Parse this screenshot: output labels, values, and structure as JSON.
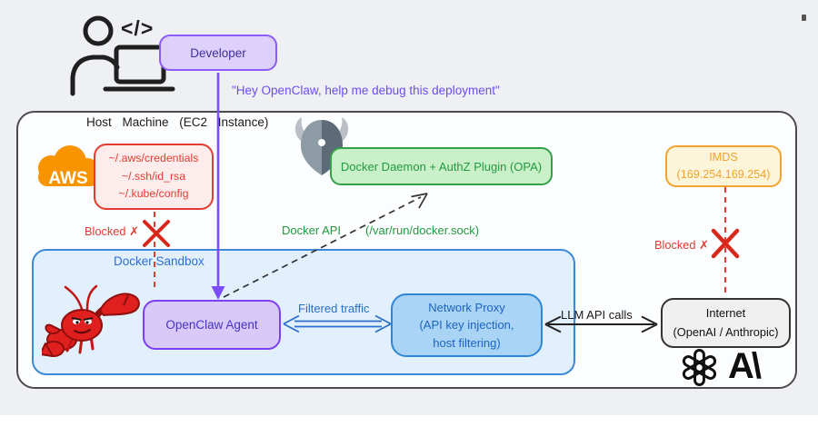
{
  "developer": {
    "label": "Developer",
    "code_glyph": "</>"
  },
  "quote": "\"Hey OpenClaw, help me debug this deployment\"",
  "host": {
    "title": "Host Machine (EC2 Instance)"
  },
  "aws": {
    "logo_text": "AWS",
    "files": [
      "~/.aws/credentials",
      "~/.ssh/id_rsa",
      "~/.kube/config"
    ],
    "blocked_label": "Blocked ✗"
  },
  "docker_daemon": {
    "label": "Docker Daemon + AuthZ Plugin (OPA)"
  },
  "docker_api": {
    "name": "Docker API",
    "socket": "(/var/run/docker.sock)"
  },
  "imds": {
    "title": "IMDS",
    "ip": "(169.254.169.254)",
    "blocked_label": "Blocked ✗"
  },
  "sandbox": {
    "label": "Docker Sandbox"
  },
  "agent": {
    "label": "OpenClaw Agent"
  },
  "proxy": {
    "line1": "Network Proxy",
    "line2": "(API key injection,",
    "line3": "host filtering)"
  },
  "flows": {
    "filtered_traffic": "Filtered traffic",
    "llm_calls": "LLM API calls"
  },
  "internet": {
    "line1": "Internet",
    "line2": "(OpenAI / Anthropic)",
    "anthropic_glyph": "A\\"
  },
  "colors": {
    "purple": "#7c4dff",
    "red": "#e23c30",
    "green": "#35a04a",
    "orange": "#f0a32f",
    "blue": "#2e86d5",
    "black": "#333333"
  }
}
